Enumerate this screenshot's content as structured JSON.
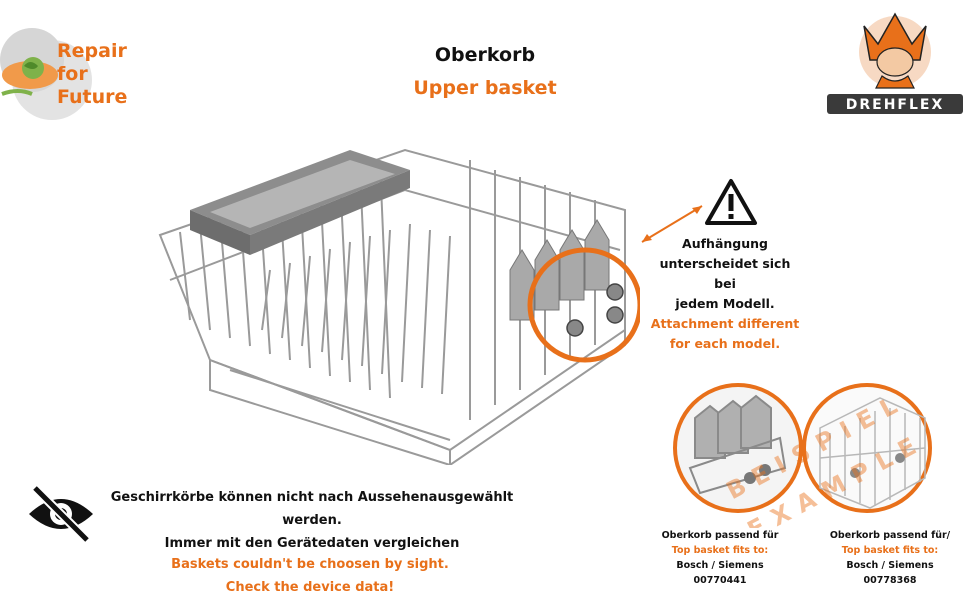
{
  "logo_left": {
    "lines": [
      "Repair",
      "for",
      "Future"
    ]
  },
  "title": {
    "de": "Oberkorb",
    "en": "Upper basket"
  },
  "logo_right": {
    "brand": "DREHFLEX"
  },
  "warning": {
    "icon": "warning-triangle-icon",
    "de_lines": [
      "Aufhängung",
      "unterscheidet sich bei",
      "jedem Modell."
    ],
    "en_lines": [
      "Attachment different",
      "for each model."
    ]
  },
  "note": {
    "icon": "eye-slash-icon",
    "de_lines": [
      "Geschirrkörbe können nicht nach Aussehenausgewählt werden.",
      "Immer mit den Gerätedaten vergleichen"
    ],
    "en_lines": [
      "Baskets couldn't be choosen by sight.",
      "Check the device data!"
    ]
  },
  "watermark": {
    "line1": "BEISPIEL",
    "line2": "EXAMPLE"
  },
  "examples": [
    {
      "de": "Oberkorb passend für",
      "en": "Top basket fits to:",
      "brand": "Bosch / Siemens",
      "part": "00770441"
    },
    {
      "de": "Oberkorb passend für/",
      "en": "Top basket fits to:",
      "brand": "Bosch / Siemens",
      "part": "00778368"
    }
  ],
  "colors": {
    "accent": "#e8701a",
    "text": "#111111"
  }
}
